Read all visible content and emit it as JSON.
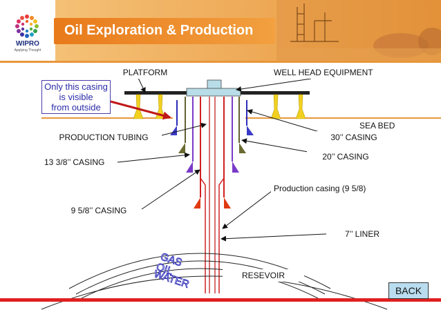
{
  "header": {
    "title": "Oil Exploration & Production",
    "logo_text": "WIPRO",
    "logo_tagline": "Applying Thought"
  },
  "labels": {
    "platform": "PLATFORM",
    "well_head": "WELL HEAD EQUIPMENT",
    "sea_bed": "SEA BED",
    "production_tubing": "PRODUCTION TUBING",
    "casing_30": "30’’ CASING",
    "casing_20": "20’’ CASING",
    "casing_13": "13 3/8’’ CASING",
    "production_casing": "Production casing (9 5/8)",
    "casing_9": "9 5/8’’ CASING",
    "liner_7": "7’’ LINER",
    "reservoir": "RESEVOIR"
  },
  "note": {
    "line1": "Only this casing",
    "line2": "is visible",
    "line3": "from outside"
  },
  "fluids": {
    "gas": "GAS",
    "oil": "OIL",
    "water": "WATER"
  },
  "back_label": "BACK",
  "colors": {
    "accent": "#e8963a",
    "red_line": "#e02020",
    "note_text": "#2a2aa8",
    "back_bg": "#b9dcef"
  }
}
